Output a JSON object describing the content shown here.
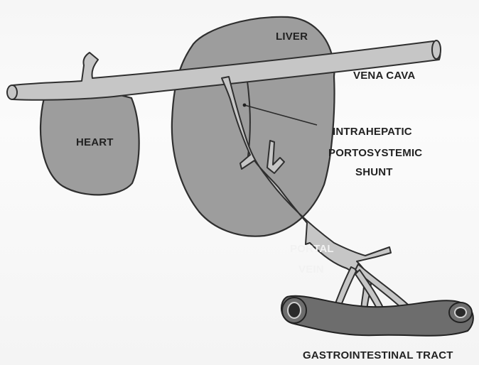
{
  "labels": {
    "liver": "LIVER",
    "vena_cava": "VENA CAVA",
    "heart": "HEART",
    "shunt_line1": "INTRAHEPATIC",
    "shunt_line2": "PORTOSYSTEMIC",
    "shunt_line3": "SHUNT",
    "portal_line1": "PORTAL",
    "portal_line2": "VEIN",
    "gi_tract": "GASTROINTESTINAL TRACT"
  },
  "colors": {
    "organ_fill": "#9d9d9d",
    "vessel_fill": "#c6c6c6",
    "outline": "#2f2f2f",
    "gi_fill": "#6d6d6d",
    "background": "#f8f8f8"
  }
}
